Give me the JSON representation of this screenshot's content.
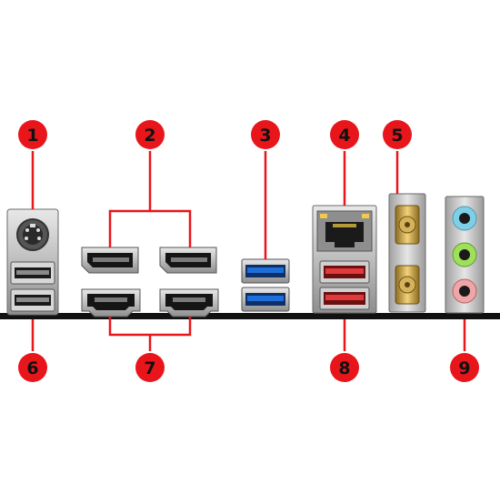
{
  "callouts": {
    "c1": {
      "number": "1"
    },
    "c2": {
      "number": "2"
    },
    "c3": {
      "number": "3"
    },
    "c4": {
      "number": "4"
    },
    "c5": {
      "number": "5"
    },
    "c6": {
      "number": "6"
    },
    "c7": {
      "number": "7"
    },
    "c8": {
      "number": "8"
    },
    "c9": {
      "number": "9"
    }
  },
  "colors": {
    "callout": "#e8161b",
    "leader": "#e8161b",
    "panel_edge": "#111111",
    "usb3_blue": "#1e6fd9",
    "usb_red": "#e23a3a",
    "audio_blue": "#7fd0e6",
    "audio_green": "#9ee05a",
    "audio_pink": "#f0a6a6",
    "antenna_gold": "#c9a24a"
  },
  "icons": {
    "ps2": "ps2-port-icon",
    "usb": "usb-port-icon",
    "displayport": "displayport-icon",
    "hdmi": "hdmi-port-icon",
    "lan": "rj45-lan-port-icon",
    "antenna": "wifi-antenna-connector-icon",
    "audio": "audio-jack-icon"
  }
}
